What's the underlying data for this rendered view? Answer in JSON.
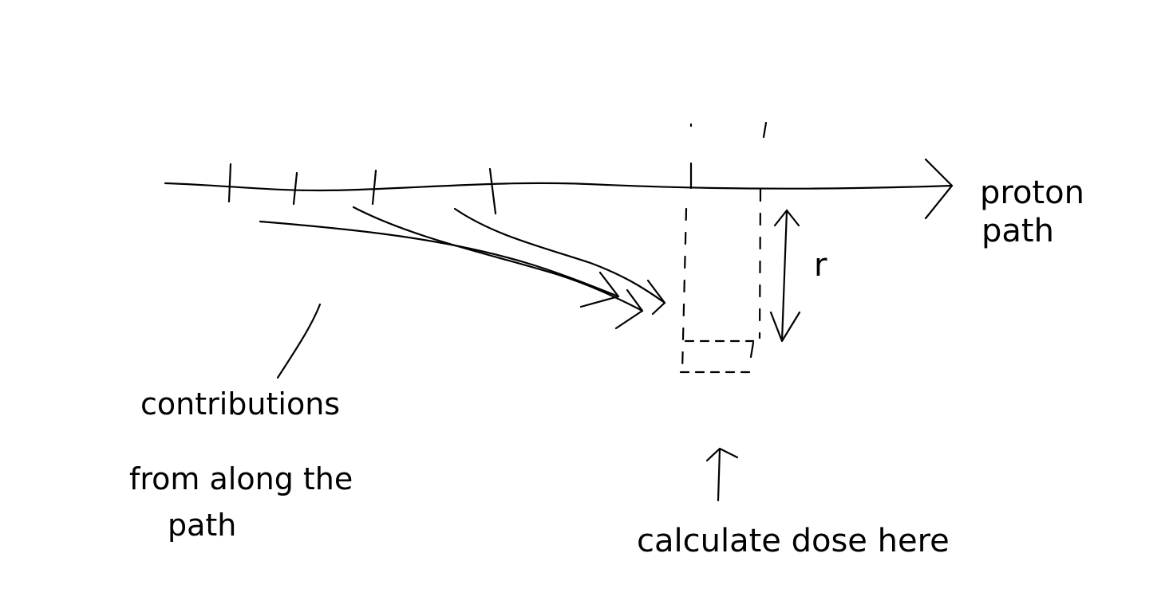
{
  "labels": {
    "proton_path_line1": "proton",
    "proton_path_line2": "path",
    "r": "r",
    "contributions_line1": "contributions",
    "contributions_line2": "from along the",
    "contributions_line3": "path",
    "calculate_dose": "calculate dose here"
  },
  "colors": {
    "ink": "#000000",
    "background": "#ffffff"
  }
}
